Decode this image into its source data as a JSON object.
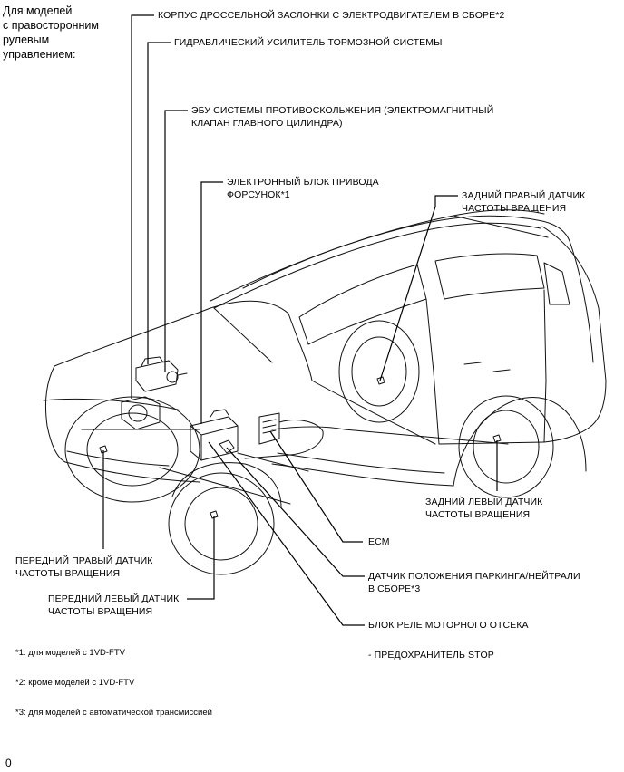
{
  "heading": "Для моделей\nс правосторонним\nрулевым\nуправлением:",
  "labels": {
    "throttle_body": "КОРПУС ДРОССЕЛЬНОЙ ЗАСЛОНКИ С ЭЛЕКТРОДВИГАТЕЛЕМ В СБОРЕ*2",
    "brake_booster": "ГИДРАВЛИЧЕСКИЙ УСИЛИТЕЛЬ ТОРМОЗНОЙ СИСТЕМЫ",
    "abs_ecu": "ЭБУ СИСТЕМЫ ПРОТИВОСКОЛЬЖЕНИЯ (ЭЛЕКТРОМАГНИТНЫЙ\nКЛАПАН ГЛАВНОГО ЦИЛИНДРА)",
    "injector_driver": "ЭЛЕКТРОННЫЙ БЛОК ПРИВОДА\nФОРСУНОК*1",
    "rear_right_sensor": "ЗАДНИЙ ПРАВЫЙ ДАТЧИК\nЧАСТОТЫ ВРАЩЕНИЯ",
    "rear_left_sensor": "ЗАДНИЙ ЛЕВЫЙ ДАТЧИК\nЧАСТОТЫ ВРАЩЕНИЯ",
    "ecm": "ECM",
    "park_neutral_switch": "ДАТЧИК ПОЛОЖЕНИЯ ПАРКИНГА/НЕЙТРАЛИ\nВ СБОРЕ*3",
    "front_right_sensor": "ПЕРЕДНИЙ ПРАВЫЙ ДАТЧИК\nЧАСТОТЫ ВРАЩЕНИЯ",
    "front_left_sensor": "ПЕРЕДНИЙ ЛЕВЫЙ ДАТЧИК\nЧАСТОТЫ ВРАЩЕНИЯ",
    "relay_block": "БЛОК РЕЛЕ МОТОРНОГО ОТСЕКА",
    "stop_fuse": "- ПРЕДОХРАНИТЕЛЬ STOP"
  },
  "footnotes": [
    "*1: для моделей с 1VD-FTV",
    "*2: кроме моделей с 1VD-FTV",
    "*3: для моделей с автоматической трансмиссией"
  ],
  "page_marker": "0"
}
